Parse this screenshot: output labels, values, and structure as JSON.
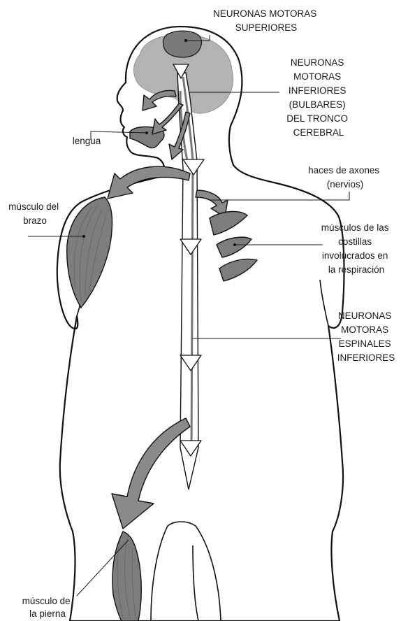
{
  "labels": {
    "upper_motor_neurons": [
      "NEURONAS MOTORAS",
      "SUPERIORES"
    ],
    "bulbar_neurons": [
      "NEURONAS",
      "MOTORAS",
      "INFERIORES",
      "(BULBARES)",
      "DEL TRONCO",
      "CEREBRAL"
    ],
    "tongue": "lengua",
    "nerve_bundles": [
      "haces de axones",
      "(nervios)"
    ],
    "arm_muscle": [
      "músculo del",
      "brazo"
    ],
    "rib_muscles": [
      "músculos de las",
      "costillas",
      "involucrados en",
      "la respiración"
    ],
    "spinal_neurons": [
      "NEURONAS",
      "MOTORAS",
      "ESPINALES",
      "INFERIORES"
    ],
    "leg_muscle": [
      "músculo de",
      "la pierna"
    ]
  },
  "colors": {
    "muscle": "#7d7d7d",
    "arrow": "#8a8a8a",
    "brain": "#b3b3b3",
    "outline": "#111111"
  }
}
